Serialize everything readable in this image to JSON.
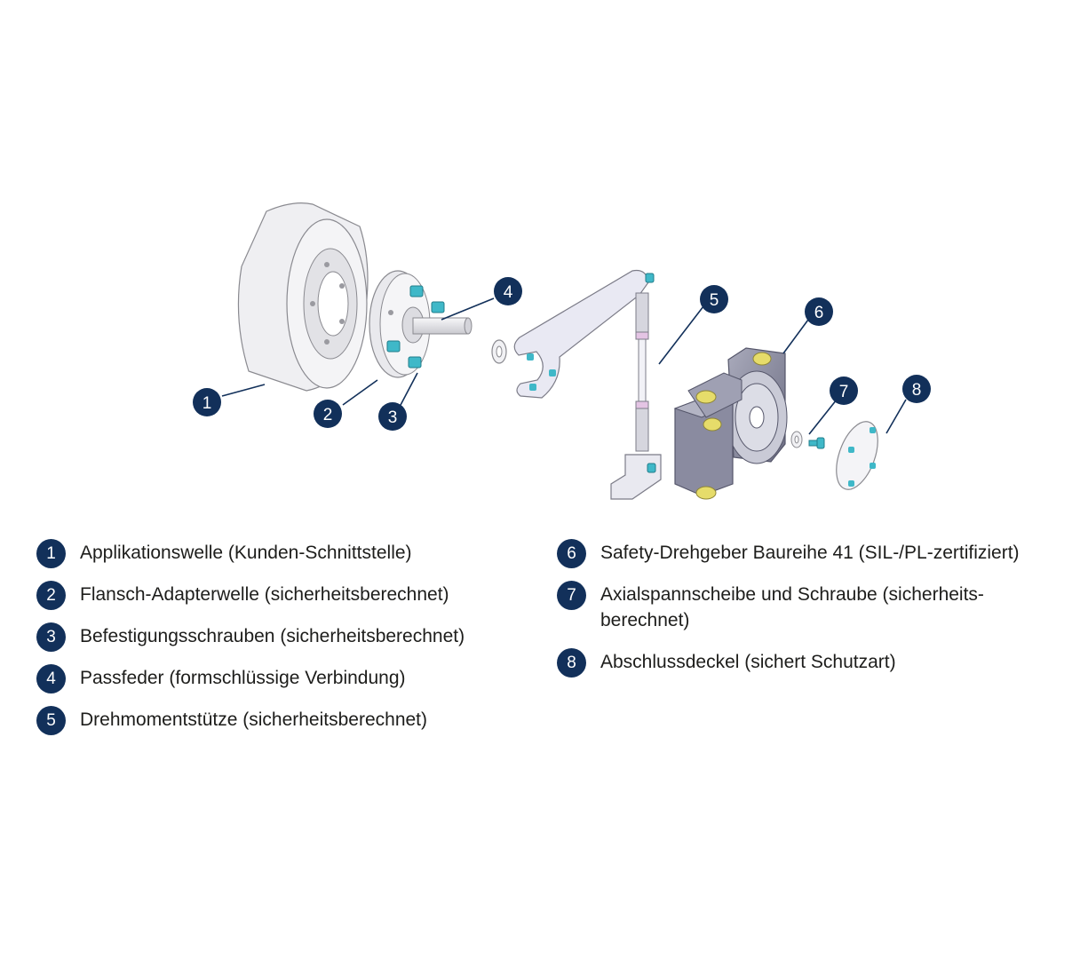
{
  "diagram": {
    "callouts": [
      "1",
      "2",
      "3",
      "4",
      "5",
      "6",
      "7",
      "8"
    ]
  },
  "legend": [
    {
      "num": "1",
      "text": "Applikationswelle (Kunden-Schnittstelle)"
    },
    {
      "num": "2",
      "text": "Flansch-Adapterwelle (sicherheitsberechnet)"
    },
    {
      "num": "3",
      "text": "Befestigungsschrauben (sicherheitsberechnet)"
    },
    {
      "num": "4",
      "text": "Passfeder (formschlüssige Verbindung)"
    },
    {
      "num": "5",
      "text": "Drehmomentstütze (sicherheitsberechnet)"
    },
    {
      "num": "6",
      "text": "Safety-Drehgeber Baureihe 41 (SIL-/PL-zertifiziert)"
    },
    {
      "num": "7",
      "text": "Axialspannscheibe und Schraube (sicherheits-\nberechnet)"
    },
    {
      "num": "8",
      "text": "Abschlussdeckel (sichert Schutzart)"
    }
  ],
  "colors": {
    "badge": "#12305a",
    "part_fill": "#ececef",
    "part_stroke": "#8a8a90",
    "housing": "#8d8ea3",
    "screw": "#3fb8c8",
    "accent_yellow": "#e6dc6a"
  }
}
